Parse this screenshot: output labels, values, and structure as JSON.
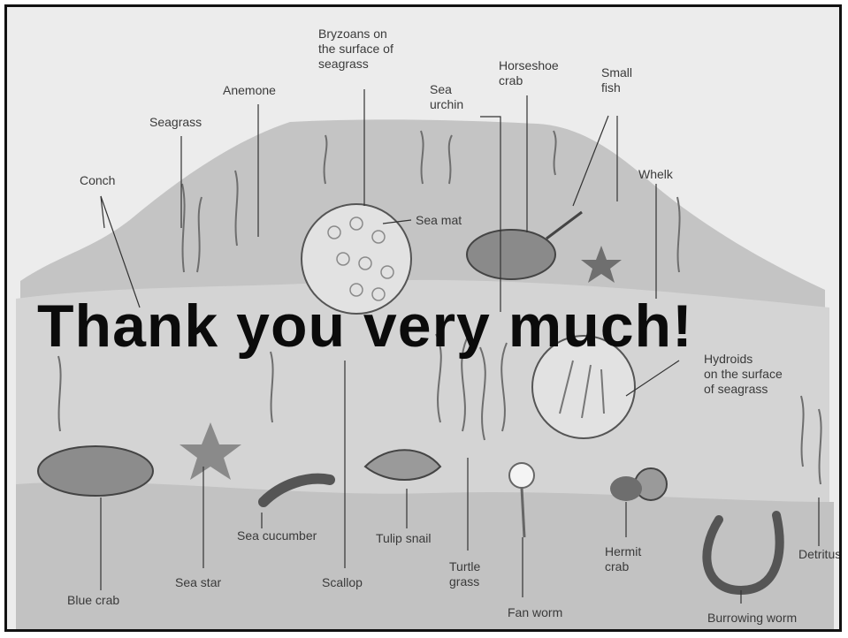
{
  "headline": "Thank you very much!",
  "labels": {
    "bryozoans": "Bryzoans on\nthe surface of\nseagrass",
    "anemone": "Anemone",
    "seagrass": "Seagrass",
    "conch": "Conch",
    "sea_urchin": "Sea\nurchin",
    "horseshoe_crab": "Horseshoe\ncrab",
    "small_fish": "Small\nfish",
    "whelk": "Whelk",
    "sea_mat": "Sea mat",
    "hydroids": "Hydroids\non the surface\nof seagrass",
    "blue_crab": "Blue crab",
    "sea_star": "Sea star",
    "sea_cucumber": "Sea cucumber",
    "scallop": "Scallop",
    "tulip_snail": "Tulip snail",
    "turtle_grass": "Turtle\ngrass",
    "fan_worm": "Fan worm",
    "hermit_crab": "Hermit\ncrab",
    "burrowing_worm": "Burrowing worm",
    "detritus": "Detritus"
  },
  "colors": {
    "background": "#ececec",
    "mound": "#bdbdbd",
    "water_layer": "#d6d6d6",
    "sediment": "#c9c9c9",
    "ink": "#444444",
    "headline": "#0b0b0b"
  }
}
